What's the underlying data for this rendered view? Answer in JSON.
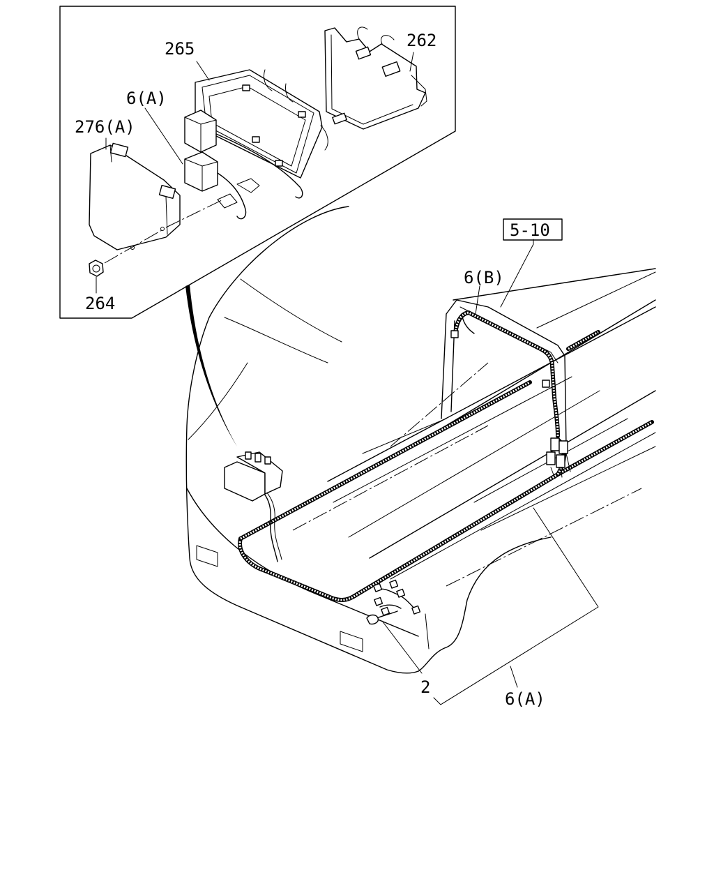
{
  "diagram": {
    "callouts": {
      "part_265": "265",
      "part_262": "262",
      "part_6a_inset": "6(A)",
      "part_276a": "276(A)",
      "part_264": "264",
      "part_6b": "6(B)",
      "part_2": "2",
      "part_6a_main": "6(A)"
    },
    "reference_box": "5-10",
    "colors": {
      "line": "#000000",
      "background": "#ffffff"
    }
  }
}
